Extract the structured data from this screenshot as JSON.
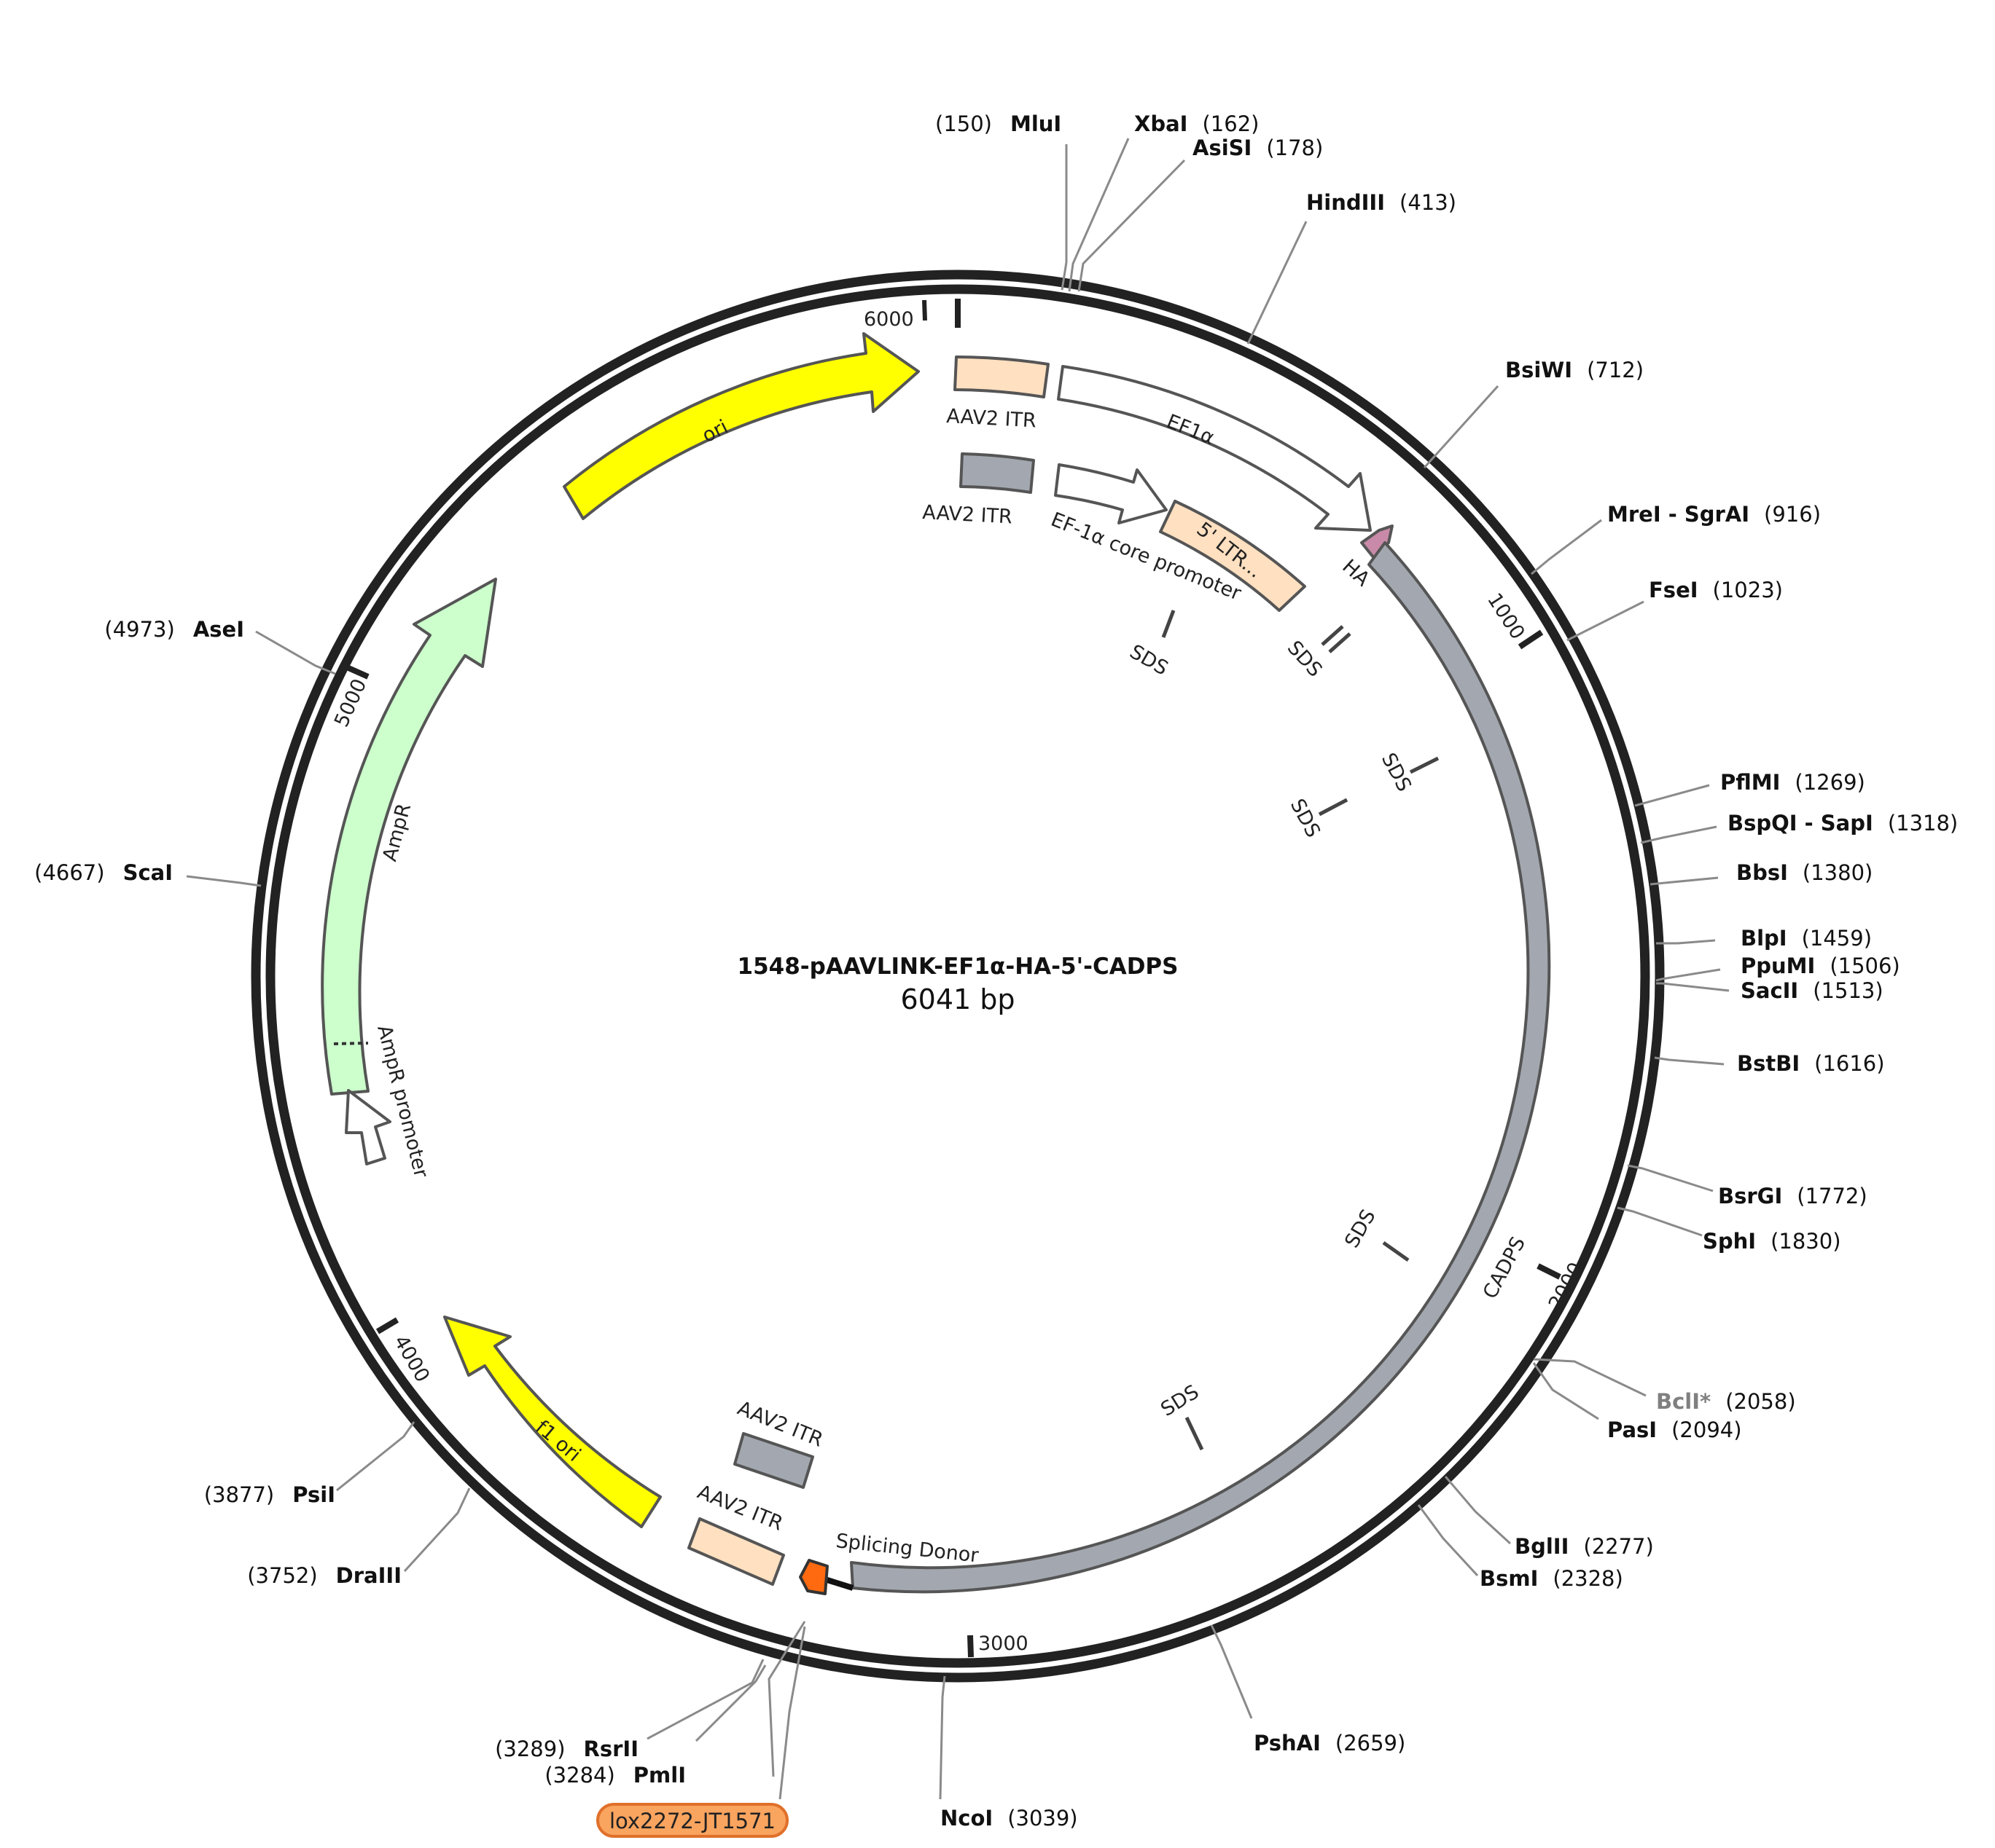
{
  "plasmid": {
    "name": "1548-pAAVLINK-EF1α-HA-5'-CADPS",
    "size_label": "6041 bp"
  },
  "colors": {
    "backbone": "#222222",
    "yellow": "#ffff00",
    "green": "#ccffcc",
    "peach": "#ffe0c0",
    "gray": "#a3a8b0",
    "pink": "#c88aa8",
    "orange": "#ff6a10",
    "lox_fill": "#f9a45f",
    "lox_stroke": "#e0702a",
    "line": "#777777"
  },
  "ticks": {
    "t6000": "6000",
    "t1000": "1000",
    "t2000": "2000",
    "t3000": "3000",
    "t4000": "4000",
    "t5000": "5000"
  },
  "sites": [
    {
      "name": "MluI",
      "pos": "(150)"
    },
    {
      "name": "XbaI",
      "pos": "(162)"
    },
    {
      "name": "AsiSI",
      "pos": "(178)"
    },
    {
      "name": "HindIII",
      "pos": "(413)"
    },
    {
      "name": "BsiWI",
      "pos": "(712)"
    },
    {
      "name": "MreI - SgrAI",
      "pos": "(916)"
    },
    {
      "name": "FseI",
      "pos": "(1023)"
    },
    {
      "name": "PflMI",
      "pos": "(1269)"
    },
    {
      "name": "BspQI - SapI",
      "pos": "(1318)"
    },
    {
      "name": "BbsI",
      "pos": "(1380)"
    },
    {
      "name": "BlpI",
      "pos": "(1459)"
    },
    {
      "name": "PpuMI",
      "pos": "(1506)"
    },
    {
      "name": "SacII",
      "pos": "(1513)"
    },
    {
      "name": "BstBI",
      "pos": "(1616)"
    },
    {
      "name": "BsrGI",
      "pos": "(1772)"
    },
    {
      "name": "SphI",
      "pos": "(1830)"
    },
    {
      "name": "BclI*",
      "pos": "(2058)"
    },
    {
      "name": "PasI",
      "pos": "(2094)"
    },
    {
      "name": "BglII",
      "pos": "(2277)"
    },
    {
      "name": "BsmI",
      "pos": "(2328)"
    },
    {
      "name": "PshAI",
      "pos": "(2659)"
    },
    {
      "name": "NcoI",
      "pos": "(3039)"
    },
    {
      "name": "PmlI",
      "pos": "(3284)"
    },
    {
      "name": "RsrII",
      "pos": "(3289)"
    },
    {
      "name": "DraIII",
      "pos": "(3752)"
    },
    {
      "name": "PsiI",
      "pos": "(3877)"
    },
    {
      "name": "ScaI",
      "pos": "(4667)"
    },
    {
      "name": "AseI",
      "pos": "(4973)"
    }
  ],
  "features": {
    "ori": "ori",
    "ampr": "AmpR",
    "ampr_promoter": "AmpR promoter",
    "f1_ori": "f1 ori",
    "aav2_itr_1": "AAV2 ITR",
    "aav2_itr_2": "AAV2 ITR",
    "aav2_itr_3": "AAV2 ITR",
    "aav2_itr_4": "AAV2 ITR",
    "ef1a": "EF1α",
    "ef1a_core": "EF-1α core promoter",
    "ltr5": "5' LTR...",
    "ha": "HA",
    "cadps": "CADPS",
    "splicing_donor": "Splicing Donor",
    "sds_1": "SDS",
    "sds_2": "SDS",
    "sds_3": "SDS",
    "sds_4": "SDS",
    "sds_5": "SDS",
    "sds_6": "SDS",
    "lox": "lox2272-JT1571"
  }
}
